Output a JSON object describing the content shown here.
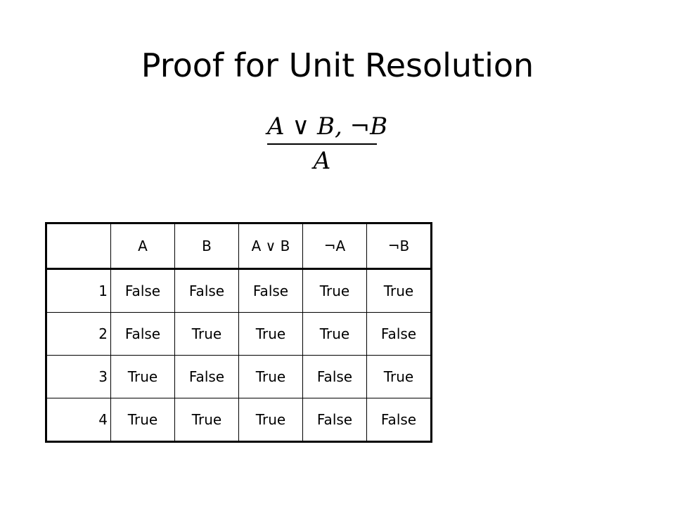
{
  "title": "Proof for Unit Resolution",
  "rule": {
    "premises": "A ∨ B, ¬B",
    "conclusion": "A"
  },
  "table": {
    "headers": [
      "",
      "A",
      "B",
      "A  ∨ B",
      "¬A",
      "¬B"
    ],
    "rows": [
      [
        "1",
        "False",
        "False",
        "False",
        "True",
        "True"
      ],
      [
        "2",
        "False",
        "True",
        "True",
        "True",
        "False"
      ],
      [
        "3",
        "True",
        "False",
        "True",
        "False",
        "True"
      ],
      [
        "4",
        "True",
        "True",
        "True",
        "False",
        "False"
      ]
    ]
  }
}
